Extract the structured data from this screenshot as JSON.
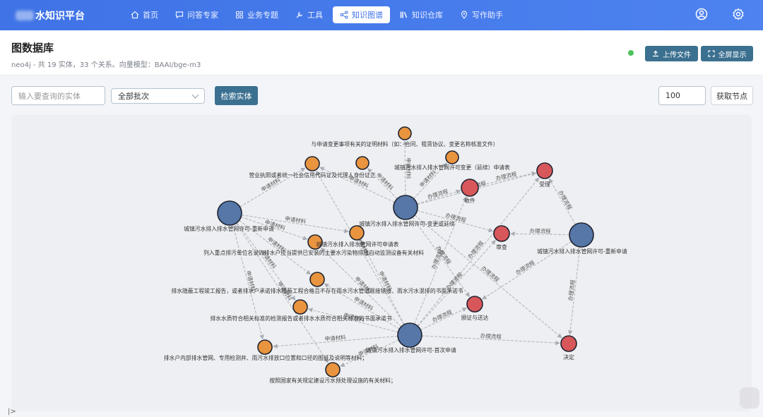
{
  "nav": {
    "brand": "水知识平台",
    "items": [
      {
        "label": "首页",
        "icon": "home-icon"
      },
      {
        "label": "问答专家",
        "icon": "chat-icon"
      },
      {
        "label": "业务专题",
        "icon": "grid-icon"
      },
      {
        "label": "工具",
        "icon": "wrench-icon"
      },
      {
        "label": "知识图谱",
        "icon": "graph-icon",
        "active": true
      },
      {
        "label": "知识仓库",
        "icon": "books-icon"
      },
      {
        "label": "写作助手",
        "icon": "location-pen-icon"
      }
    ],
    "right_icons": [
      "user-icon",
      "gear-icon"
    ]
  },
  "header": {
    "title": "图数据库",
    "subtitle": "neo4j - 共 19 实体，33 个关系。向量模型：BAAI/bge-m3",
    "status_color": "#4cc35a",
    "upload_label": "上传文件",
    "fullscreen_label": "全屏显示"
  },
  "toolbar": {
    "entity_placeholder": "输入要查询的实体",
    "batch_select": "全部批次",
    "search_label": "检索实体",
    "limit_value": "100",
    "fetch_label": "获取节点"
  },
  "graph": {
    "colors": {
      "blue": "#5677a8",
      "orange": "#e9943f",
      "red": "#d8575a"
    },
    "nodes": [
      {
        "id": "n1",
        "label": "与申请变更事项有关的证明材料（如：合同、租赁协议、变更名称核准文件）",
        "color": "orange"
      },
      {
        "id": "n2",
        "label": "城镇污水排入排水管网许可变更（延续）申请表",
        "color": "orange"
      },
      {
        "id": "n3",
        "label": "营业执照或者统一社会信用代码证及代理人身份证正",
        "color": "orange"
      },
      {
        "id": "n4",
        "label": "",
        "color": "orange"
      },
      {
        "id": "n5",
        "label": "城镇污水排入排水管网许可-变更或延续",
        "color": "blue"
      },
      {
        "id": "n6",
        "label": "收件",
        "color": "red"
      },
      {
        "id": "n7",
        "label": "受理",
        "color": "red"
      },
      {
        "id": "n8",
        "label": "审查",
        "color": "red"
      },
      {
        "id": "n9",
        "label": "城镇污水排入排水管网许可-重新申请",
        "color": "blue"
      },
      {
        "id": "n10",
        "label": "城镇污水排入排水管网许可-重新申请",
        "color": "blue"
      },
      {
        "id": "n11",
        "label": "城镇污水排入排水管网许可申请表",
        "color": "orange"
      },
      {
        "id": "n12",
        "label": "列入重点排污单位名录的排水户应当提供已安装的主要水污染物排放自动监测设备有关材料",
        "color": "orange"
      },
      {
        "id": "n13",
        "label": "排水隐蔽工程竣工报告，或者排水户承诺排水隐蔽工程合格且不存在雨水污水管道混接错接、雨水污水混排的书面承诺书",
        "color": "orange"
      },
      {
        "id": "n14",
        "label": "排水水质符合相关标准的检测报告或者排水水质符合相关标准的书面承诺书",
        "color": "orange"
      },
      {
        "id": "n15",
        "label": "颁证与送达",
        "color": "red"
      },
      {
        "id": "n16",
        "label": "城镇污水排入排水管网许可-首次申请",
        "color": "blue"
      },
      {
        "id": "n17",
        "label": "排水户内部排水管网、专用检测井、雨污水排放口位置和口径的图纸及说明等材料；",
        "color": "orange"
      },
      {
        "id": "n18",
        "label": "决定",
        "color": "red"
      },
      {
        "id": "n19",
        "label": "按照国家有关规定建设污水预处理设施的有关材料；",
        "color": "orange"
      }
    ],
    "edges": [
      {
        "from": "n5",
        "to": "n1",
        "label": "申请材料"
      },
      {
        "from": "n5",
        "to": "n2",
        "label": "申请材料"
      },
      {
        "from": "n5",
        "to": "n3",
        "label": "申请材料"
      },
      {
        "from": "n5",
        "to": "n4",
        "label": "申请材料"
      },
      {
        "from": "n5",
        "to": "n6",
        "label": "办理流程"
      },
      {
        "from": "n5",
        "to": "n7",
        "label": "办理流程"
      },
      {
        "from": "n5",
        "to": "n8",
        "label": "办理流程"
      },
      {
        "from": "n5",
        "to": "n15",
        "label": "办理流程"
      },
      {
        "from": "n5",
        "to": "n18",
        "label": "办理流程"
      },
      {
        "from": "n10",
        "to": "n3",
        "label": "申请材料"
      },
      {
        "from": "n10",
        "to": "n11",
        "label": "申请材料"
      },
      {
        "from": "n10",
        "to": "n12",
        "label": "申请材料"
      },
      {
        "from": "n10",
        "to": "n13",
        "label": "申请材料"
      },
      {
        "from": "n10",
        "to": "n14",
        "label": "申请材料"
      },
      {
        "from": "n10",
        "to": "n17",
        "label": "申请材料"
      },
      {
        "from": "n10",
        "to": "n19",
        "label": "申请材料"
      },
      {
        "from": "n9",
        "to": "n7",
        "label": "办理流程"
      },
      {
        "from": "n9",
        "to": "n8",
        "label": "办理流程"
      },
      {
        "from": "n9",
        "to": "n15",
        "label": "办理流程"
      },
      {
        "from": "n9",
        "to": "n18",
        "label": "办理流程"
      },
      {
        "from": "n6",
        "to": "n7",
        "label": "办理流程"
      },
      {
        "from": "n16",
        "to": "n3",
        "label": "申请材料"
      },
      {
        "from": "n16",
        "to": "n11",
        "label": "申请材料"
      },
      {
        "from": "n16",
        "to": "n12",
        "label": "申请材料"
      },
      {
        "from": "n16",
        "to": "n13",
        "label": "申请材料"
      },
      {
        "from": "n16",
        "to": "n14",
        "label": "申请材料"
      },
      {
        "from": "n16",
        "to": "n17",
        "label": "申请材料"
      },
      {
        "from": "n16",
        "to": "n19",
        "label": "申请材料"
      },
      {
        "from": "n16",
        "to": "n6",
        "label": "办理流程"
      },
      {
        "from": "n16",
        "to": "n7",
        "label": "办理流程"
      },
      {
        "from": "n16",
        "to": "n8",
        "label": "办理流程"
      },
      {
        "from": "n16",
        "to": "n15",
        "label": "办理流程"
      },
      {
        "from": "n16",
        "to": "n18",
        "label": "办理流程"
      }
    ]
  }
}
